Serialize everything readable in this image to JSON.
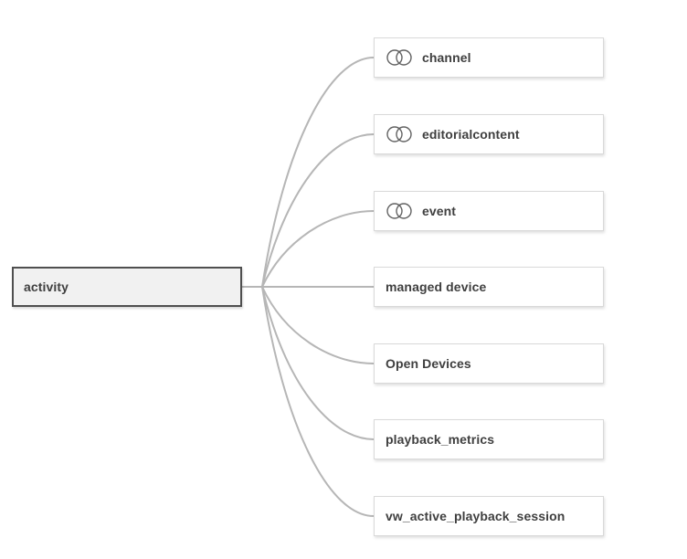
{
  "colors": {
    "connector": "#b6b6b6",
    "root-border": "#4f4f4f",
    "root-fill": "#f1f1f1",
    "node-border": "#d9d9d9",
    "node-fill": "#ffffff",
    "text": "#3f3f3f",
    "icon-stroke": "#626262",
    "canvas": "#ffffff"
  },
  "diagram": {
    "type": "association-tree",
    "root": {
      "label": "activity"
    },
    "nodes": [
      {
        "label": "channel",
        "icon": "venn-icon"
      },
      {
        "label": "editorialcontent",
        "icon": "venn-icon"
      },
      {
        "label": "event",
        "icon": "venn-icon"
      },
      {
        "label": "managed device",
        "icon": null
      },
      {
        "label": "Open Devices",
        "icon": null
      },
      {
        "label": "playback_metrics",
        "icon": null
      },
      {
        "label": "vw_active_playback_session",
        "icon": null
      }
    ]
  }
}
